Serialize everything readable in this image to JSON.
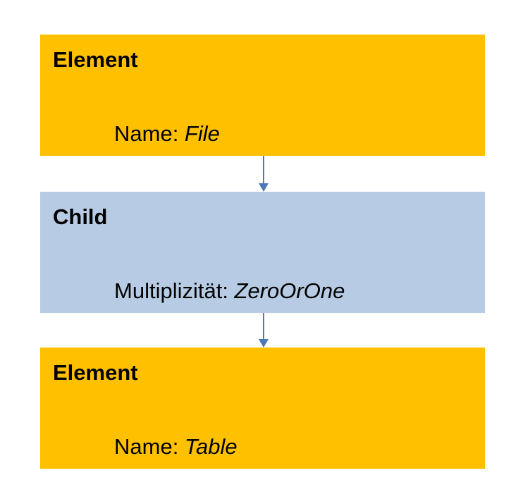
{
  "colors": {
    "element_fill": "#ffc000",
    "child_fill": "#b7cce4",
    "arrow": "#4a78b8"
  },
  "boxes": [
    {
      "title": "Element",
      "label": "Name: ",
      "value": "File"
    },
    {
      "title": "Child",
      "label": "Multiplizität: ",
      "value": "ZeroOrOne"
    },
    {
      "title": "Element",
      "label": "Name: ",
      "value": "Table"
    }
  ]
}
